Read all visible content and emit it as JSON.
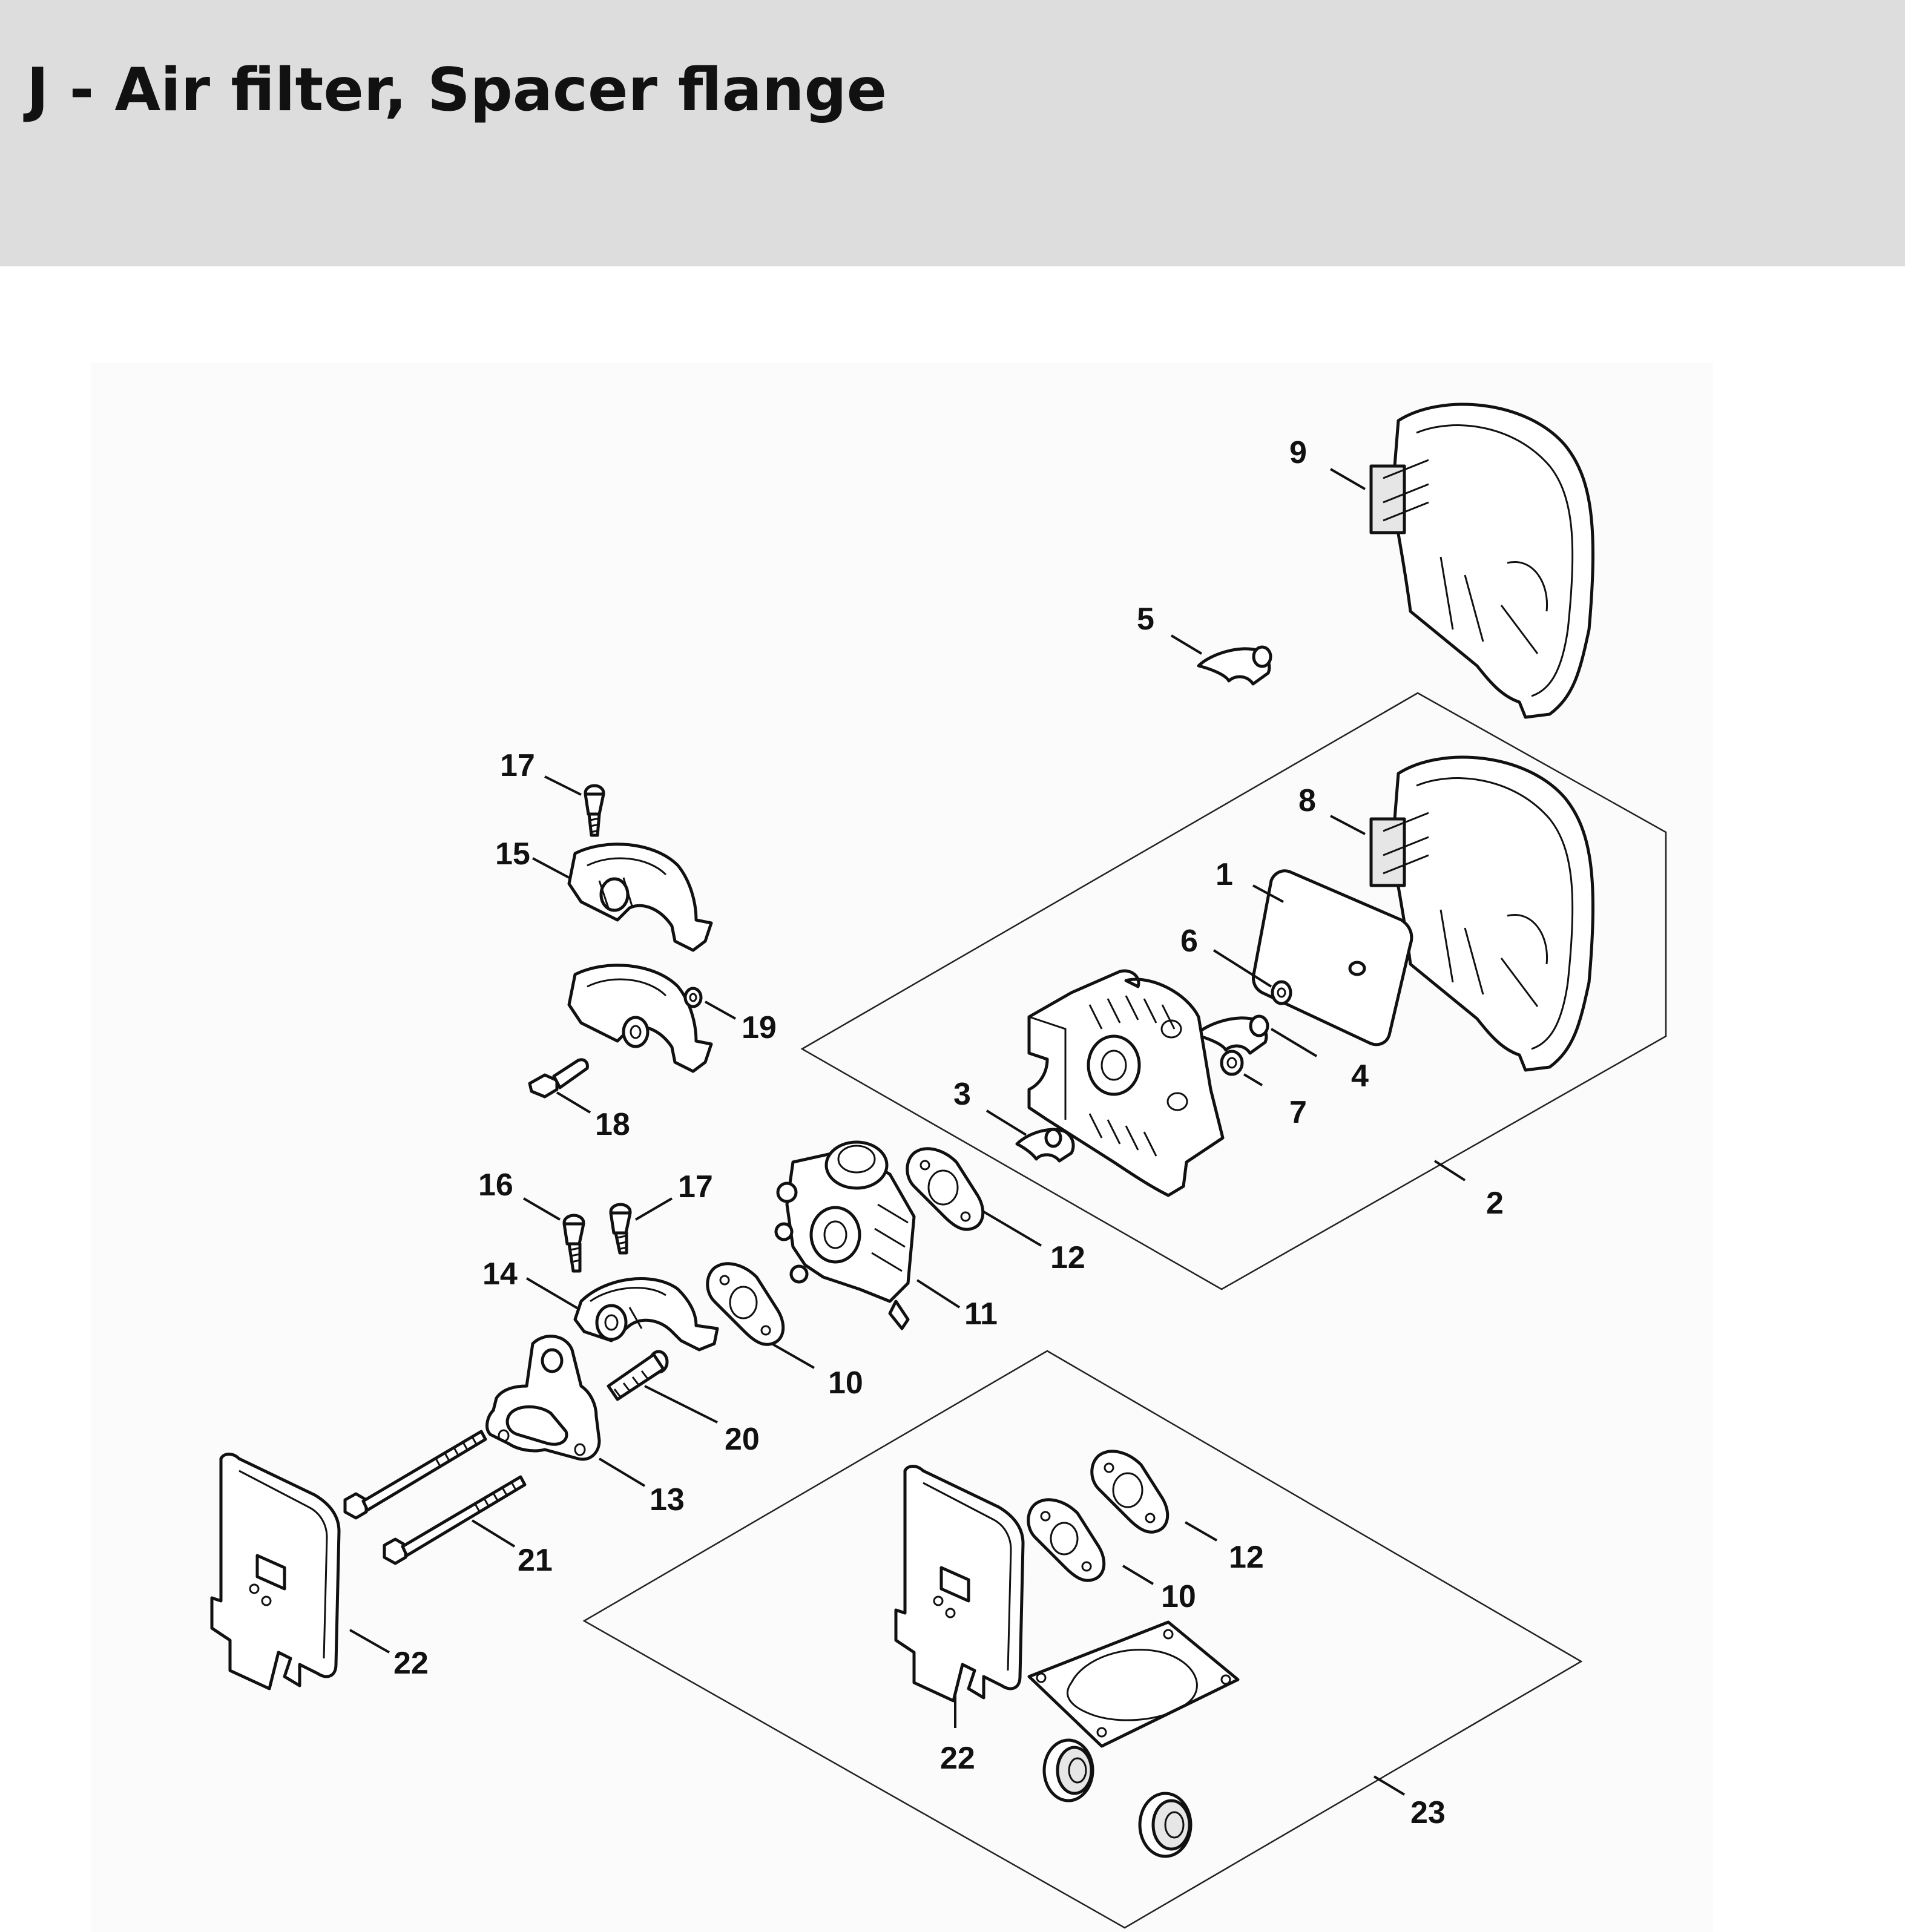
{
  "header": {
    "title": "J - Air filter, Spacer flange"
  },
  "diagram": {
    "callouts": {
      "c1": "1",
      "c2": "2",
      "c3": "3",
      "c4": "4",
      "c5": "5",
      "c6": "6",
      "c7": "7",
      "c8": "8",
      "c9": "9",
      "c10a": "10",
      "c10b": "10",
      "c11": "11",
      "c12a": "12",
      "c12b": "12",
      "c13": "13",
      "c14": "14",
      "c15": "15",
      "c16": "16",
      "c17a": "17",
      "c17b": "17",
      "c18": "18",
      "c19": "19",
      "c20": "20",
      "c21": "21",
      "c22a": "22",
      "c22b": "22",
      "c23": "23"
    }
  },
  "colors": {
    "header_background": "#dcdddc",
    "title_text": "#111111",
    "line_art": "#111111"
  }
}
